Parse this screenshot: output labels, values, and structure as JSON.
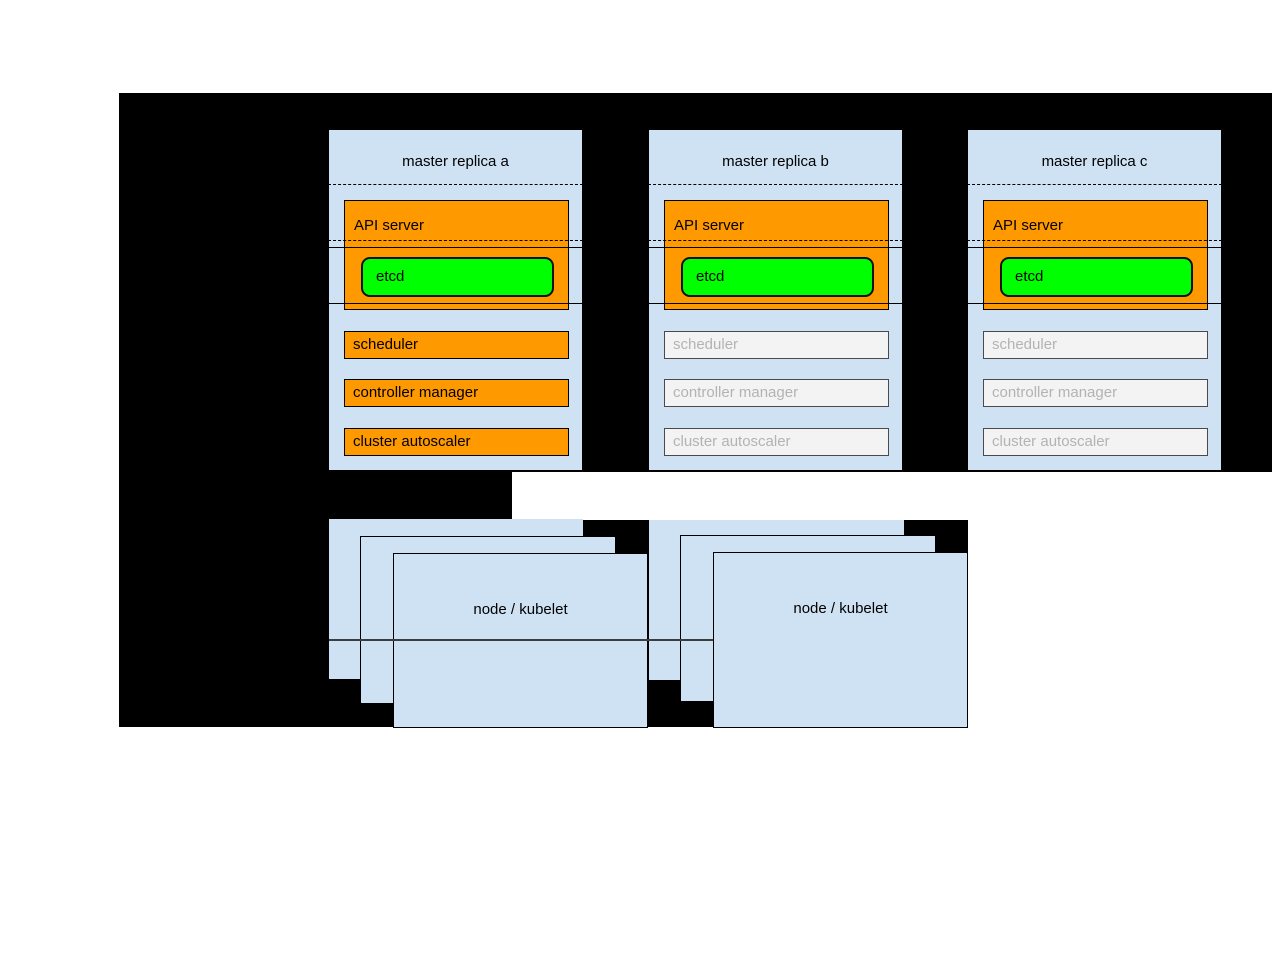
{
  "diagram": {
    "masters": [
      {
        "title": "master replica a",
        "api_server_label": "API server",
        "etcd_label": "etcd",
        "components": [
          {
            "label": "scheduler",
            "state": "active"
          },
          {
            "label": "controller manager",
            "state": "active"
          },
          {
            "label": "cluster autoscaler",
            "state": "active"
          }
        ]
      },
      {
        "title": "master replica b",
        "api_server_label": "API server",
        "etcd_label": "etcd",
        "components": [
          {
            "label": "scheduler",
            "state": "inactive"
          },
          {
            "label": "controller manager",
            "state": "inactive"
          },
          {
            "label": "cluster autoscaler",
            "state": "inactive"
          }
        ]
      },
      {
        "title": "master replica c",
        "api_server_label": "API server",
        "etcd_label": "etcd",
        "components": [
          {
            "label": "scheduler",
            "state": "inactive"
          },
          {
            "label": "controller manager",
            "state": "inactive"
          },
          {
            "label": "cluster autoscaler",
            "state": "inactive"
          }
        ]
      }
    ],
    "node_stacks": [
      {
        "label": "node / kubelet"
      },
      {
        "label": "node / kubelet"
      }
    ],
    "colors": {
      "background": "#ffffff",
      "backdrop": "#000000",
      "panel_blue": "#cfe2f3",
      "active_orange": "#ff9900",
      "etcd_green": "#00ff00",
      "inactive_fill": "#f3f3f3",
      "inactive_text": "#b3b3b3",
      "connector_line": "#3d3d3d"
    }
  }
}
